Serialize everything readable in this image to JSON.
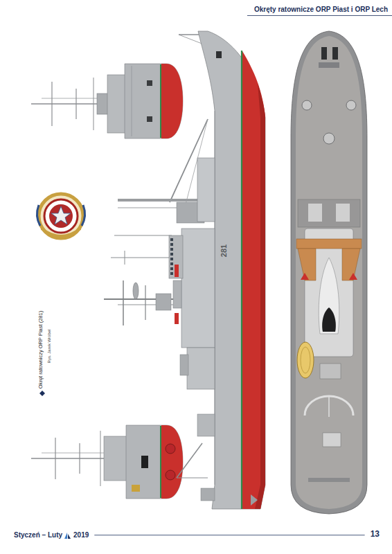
{
  "diagram": {
    "title": "Okręty ratownicze ORP Piast i ORP Lech",
    "caption": "Okręt ratowniczy ORP Piast (281)",
    "labels": [
      "Rys. Jarek Wróbel",
      "281",
      "Styczeń – Luty",
      "2019",
      "13"
    ]
  }
}
